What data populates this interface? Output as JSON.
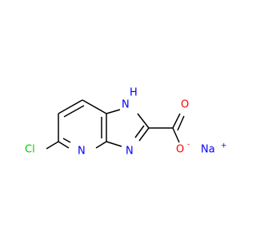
{
  "atoms": {
    "cl": "Cl",
    "n_pyridine": "N",
    "n_imidazole": "N",
    "nh": "H",
    "nh_n": "N",
    "o_carbonyl": "O",
    "o_anion": "O",
    "na": "Na"
  },
  "charges": {
    "o_anion": "-",
    "na": "+"
  },
  "colors": {
    "carbon_bond": "#000000",
    "nitrogen": "#0000ff",
    "oxygen": "#ff0000",
    "chlorine": "#00cc00",
    "sodium": "#0000ff"
  }
}
